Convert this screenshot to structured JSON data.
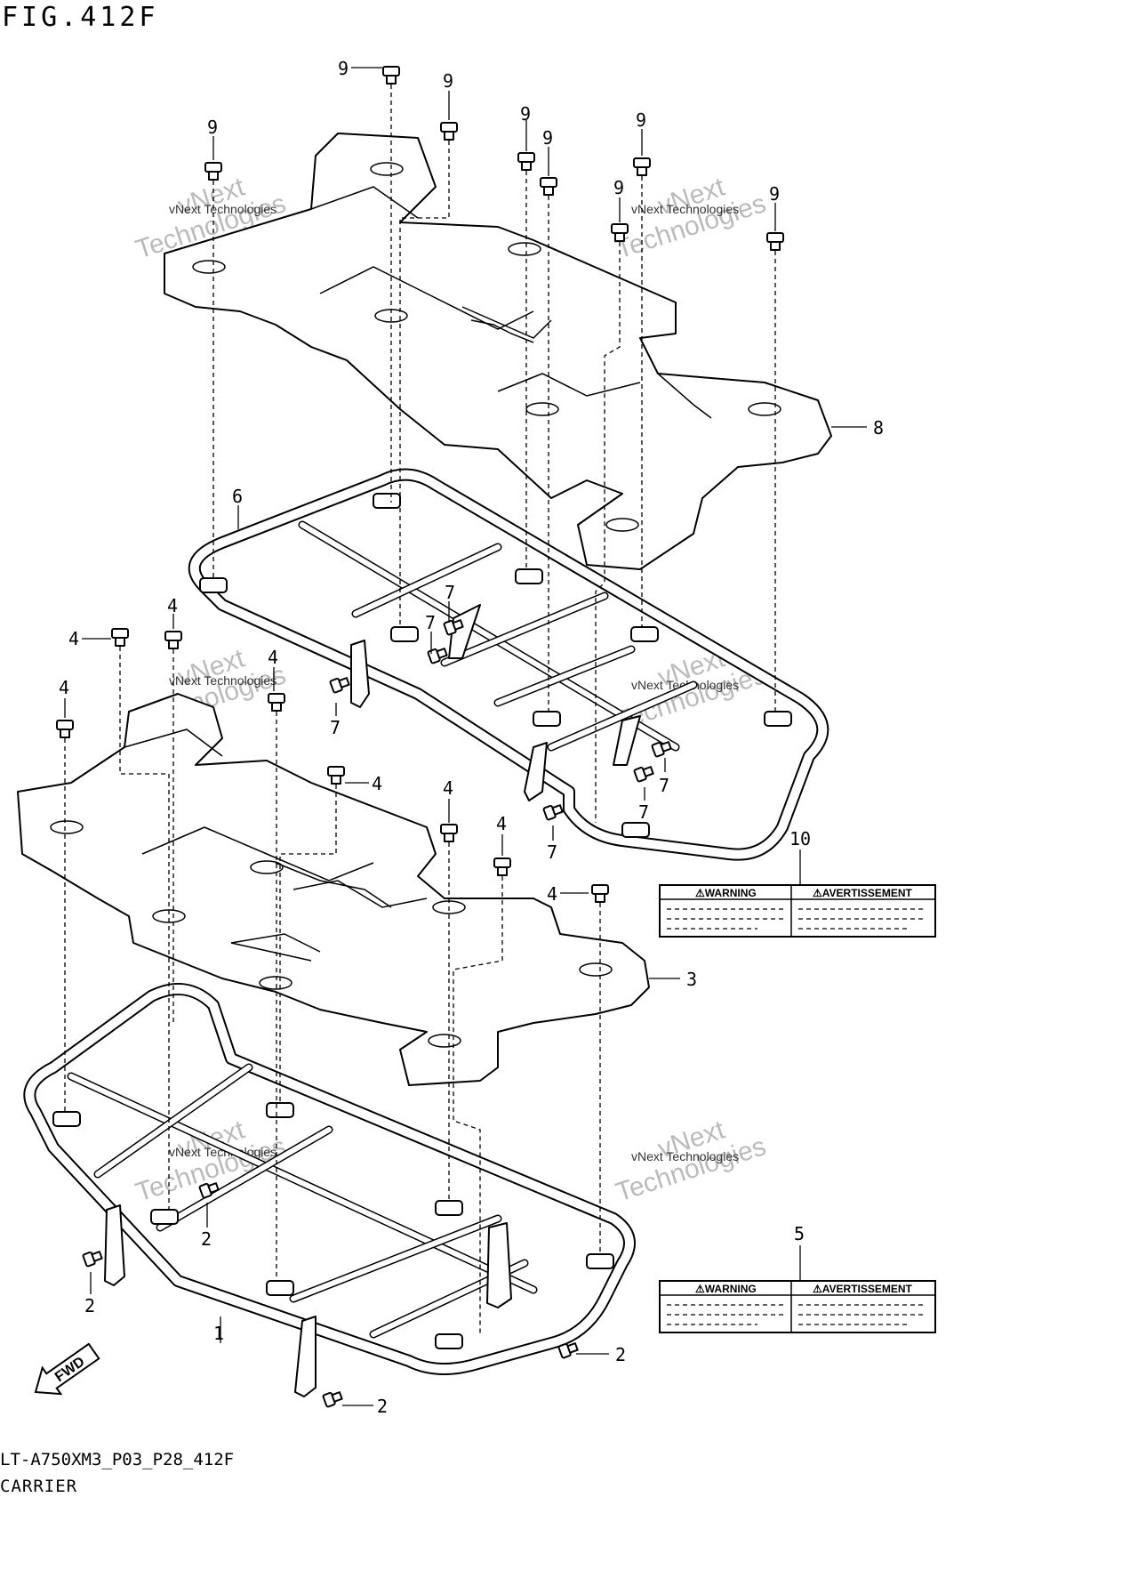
{
  "figure": {
    "title": "FIG.412F",
    "code": "LT-A750XM3_P03_P28_412F",
    "caption": "CARRIER"
  },
  "watermark": {
    "small_text": "vNext Technologies",
    "big_top": "vNext",
    "big_bottom": "Technologies"
  },
  "fwd_label": "FWD",
  "warning_labels": {
    "warning": "⚠WARNING",
    "avertissement": "⚠AVERTISSEMENT"
  },
  "callouts": {
    "c1": "1",
    "c2": "2",
    "c3": "3",
    "c4": "4",
    "c5": "5",
    "c6": "6",
    "c7": "7",
    "c8": "8",
    "c9": "9",
    "c10": "10"
  },
  "colors": {
    "line": "#000000",
    "background": "#ffffff",
    "watermark": "#bbbbbb"
  }
}
